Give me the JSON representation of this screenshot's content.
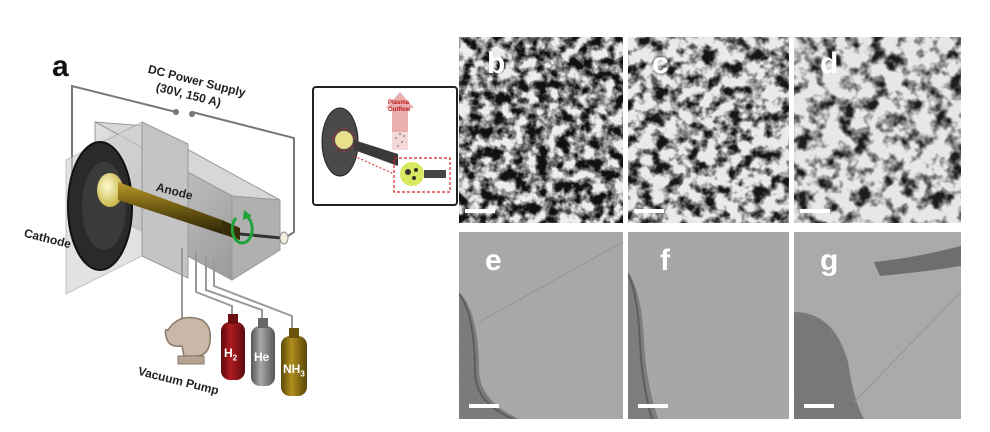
{
  "figure": {
    "panel_a_letter": "a",
    "apparatus": {
      "power_supply_title": "DC Power Supply",
      "power_supply_spec": "(30V, 150 A)",
      "anode_label": "Anode",
      "cathode_label": "Cathode",
      "vacuum_pump_label": "Vacuum Pump",
      "gas_h2": "H",
      "gas_h2_sub": "2",
      "gas_he": "He",
      "gas_nh3": "NH",
      "gas_nh3_sub": "3",
      "colors": {
        "chamber": "#c9c9c9",
        "cathode_disk": "#222222",
        "electrode_tip": "#e8e08a",
        "anode_rod": "#7a6416",
        "arrow_green": "#1fa33a",
        "h2_tank": "#8e1418",
        "he_tank": "#8a8a8a",
        "nh3_tank": "#8a6e12"
      }
    },
    "inset": {
      "plasma_label_line1": "Plasma",
      "plasma_label_line2": "Outflow",
      "arrow_color": "#e8a0a0",
      "highlight_color": "#d82020"
    },
    "sem_panels": [
      {
        "letter": "b"
      },
      {
        "letter": "c"
      },
      {
        "letter": "d"
      }
    ],
    "tem_panels": [
      {
        "letter": "e"
      },
      {
        "letter": "f"
      },
      {
        "letter": "g"
      }
    ]
  }
}
